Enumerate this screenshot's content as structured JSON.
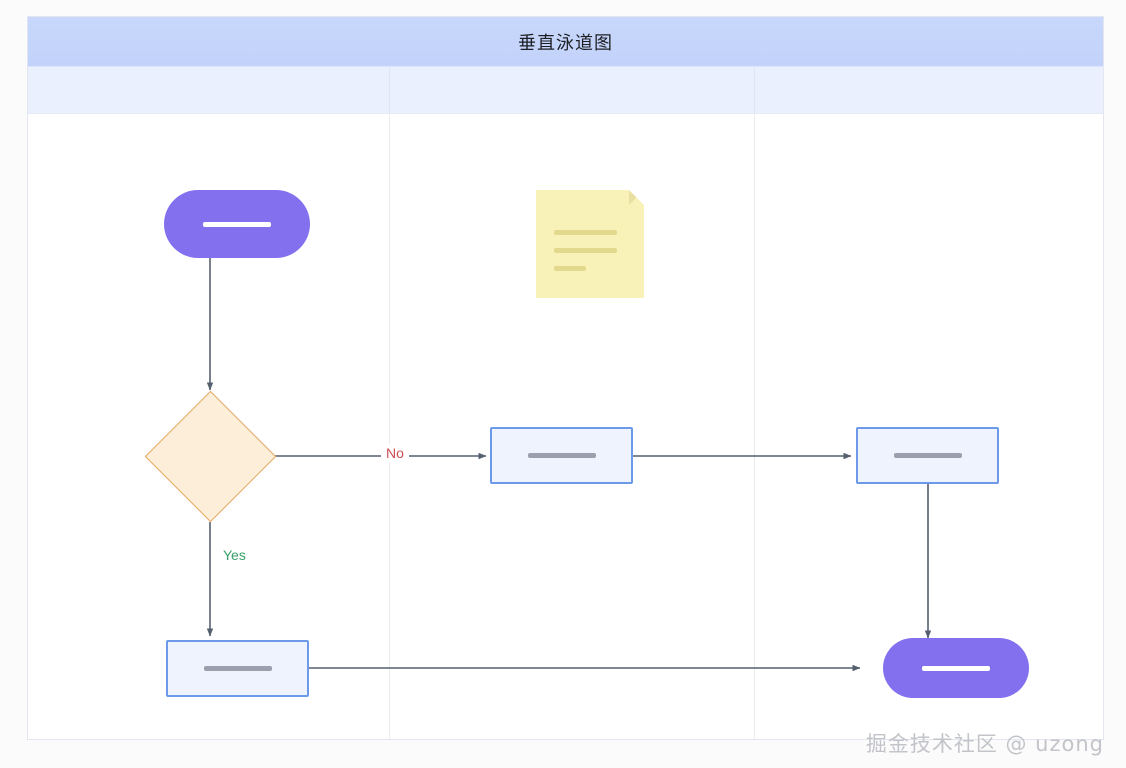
{
  "diagram": {
    "title": "垂直泳道图",
    "watermark": "掘金技术社区 @ uzong",
    "colors": {
      "title_band": "#c3d4fa",
      "lane_header_band": "#eaf0fd",
      "start_end_fill": "#8270ee",
      "process_fill": "#eef3fd",
      "process_border": "#6d9ae8",
      "decision_fill": "#fdeed9",
      "decision_border": "#e2a760",
      "note_fill": "#f9f2b8",
      "edge_stroke": "#55606f",
      "label_no": "#cf4c56",
      "label_yes": "#3aa06a",
      "canvas": "#ffffff",
      "page_background": "#fbfbfc"
    },
    "lanes": [
      {
        "id": "lane-1",
        "label": ""
      },
      {
        "id": "lane-2",
        "label": ""
      },
      {
        "id": "lane-3",
        "label": ""
      }
    ],
    "nodes": [
      {
        "id": "start",
        "type": "start-end",
        "lane": 1,
        "label": ""
      },
      {
        "id": "decision",
        "type": "decision",
        "lane": 1,
        "label": ""
      },
      {
        "id": "process-left",
        "type": "process",
        "lane": 1,
        "label": ""
      },
      {
        "id": "note",
        "type": "note",
        "lane": 2,
        "label": ""
      },
      {
        "id": "process-mid",
        "type": "process",
        "lane": 2,
        "label": ""
      },
      {
        "id": "process-right",
        "type": "process",
        "lane": 3,
        "label": ""
      },
      {
        "id": "end",
        "type": "start-end",
        "lane": 3,
        "label": ""
      }
    ],
    "edges": [
      {
        "from": "start",
        "to": "decision",
        "label": ""
      },
      {
        "from": "decision",
        "to": "process-mid",
        "label": "No"
      },
      {
        "from": "decision",
        "to": "process-left",
        "label": "Yes"
      },
      {
        "from": "process-mid",
        "to": "process-right",
        "label": ""
      },
      {
        "from": "process-right",
        "to": "end",
        "label": ""
      },
      {
        "from": "process-left",
        "to": "end",
        "label": ""
      }
    ]
  }
}
